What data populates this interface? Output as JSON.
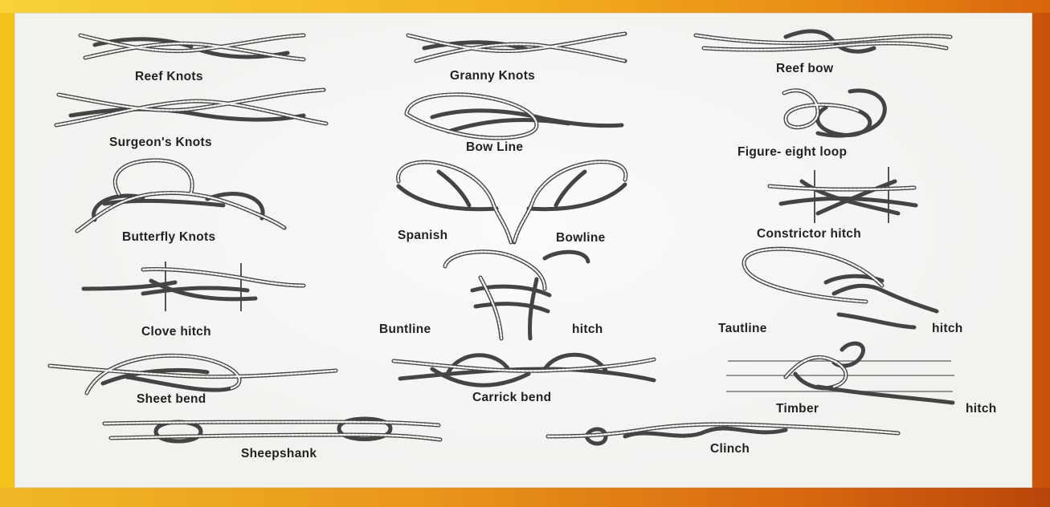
{
  "knots": [
    {
      "id": "reef-knots",
      "label": "Reef Knots"
    },
    {
      "id": "granny-knots",
      "label": "Granny Knots"
    },
    {
      "id": "reef-bow",
      "label": "Reef bow"
    },
    {
      "id": "surgeons-knots",
      "label": "Surgeon's Knots"
    },
    {
      "id": "bow-line",
      "label": "Bow Line"
    },
    {
      "id": "figure-eight-loop",
      "label": "Figure- eight loop"
    },
    {
      "id": "butterfly-knots",
      "label": "Butterfly Knots"
    },
    {
      "id": "spanish-bowline",
      "label": "Spanish",
      "label2": "Bowline"
    },
    {
      "id": "constrictor-hitch",
      "label": "Constrictor hitch"
    },
    {
      "id": "clove-hitch",
      "label": "Clove hitch"
    },
    {
      "id": "buntline-hitch",
      "label": "Buntline",
      "label2": "hitch"
    },
    {
      "id": "tautline-hitch",
      "label": "Tautline",
      "label2": "hitch"
    },
    {
      "id": "sheet-bend",
      "label": "Sheet bend"
    },
    {
      "id": "carrick-bend",
      "label": "Carrick bend"
    },
    {
      "id": "timber-hitch",
      "label": "Timber",
      "label2": "hitch"
    },
    {
      "id": "sheepshank",
      "label": "Sheepshank"
    },
    {
      "id": "clinch",
      "label": "Clinch"
    }
  ],
  "colors": {
    "rope": "#444444",
    "panel": "#f6f6f4",
    "frame_light": "#f2c21a",
    "frame_dark": "#c9520a"
  }
}
